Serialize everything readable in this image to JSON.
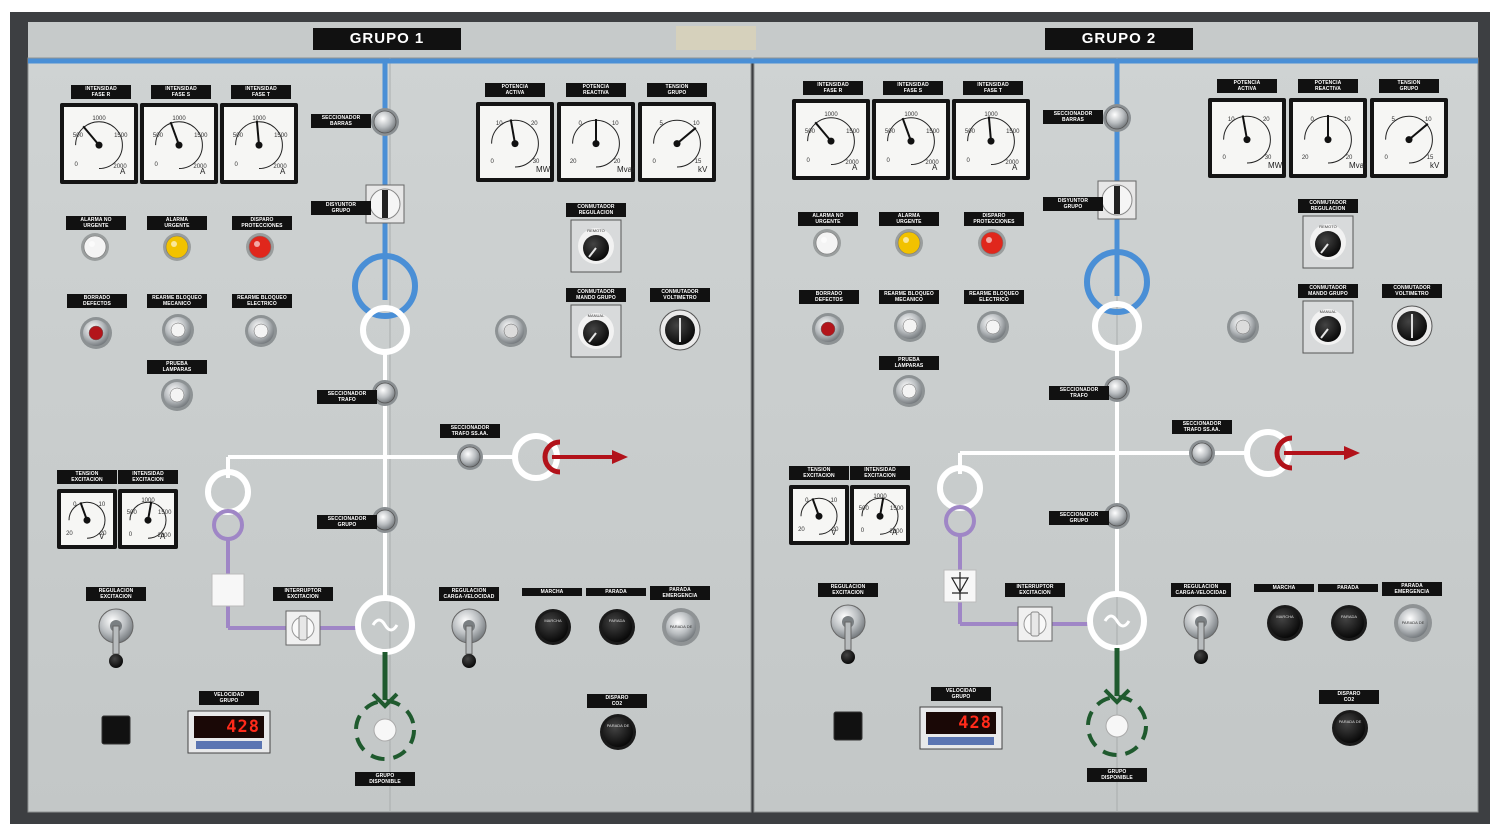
{
  "colors": {
    "panel": "#c9cdcd",
    "bus_blue": "#4a8fd6",
    "line_white": "#ffffff",
    "line_purple": "#9f86c6",
    "arrow_red": "#b2121a",
    "arrow_green": "#1f5a2e",
    "lamp_white": "#f4f4f4",
    "lamp_yellow": "#f2c200",
    "lamp_red": "#e0271c",
    "lcd_red": "#ff2a1a"
  },
  "groups": [
    {
      "title": "GRUPO 1",
      "labels": {
        "amp_r": "INTENSIDAD\nFASE R",
        "amp_s": "INTENSIDAD\nFASE S",
        "amp_t": "INTENSIDAD\nFASE T",
        "seccionador_barras": "SECCIONADOR\nBARRAS",
        "potencia_activa": "POTENCIA\nACTIVA",
        "potencia_reactiva": "POTENCIA\nREACTIVA",
        "tension_grupo": "TENSION\nGRUPO",
        "disyuntor_grupo": "DISYUNTOR\nGRUPO",
        "conmutador_regulacion": "CONMUTADOR\nREGULACION",
        "alarma_no_urgente": "ALARMA NO\nURGENTE",
        "alarma_urgente": "ALARMA\nURGENTE",
        "disparo_protecciones": "DISPARO\nPROTECCIONES",
        "borrado_defectos": "BORRADO\nDEFECTOS",
        "rearme_mecanico": "REARME BLOQUEO\nMECANICO",
        "rearme_electrico": "REARME BLOQUEO\nELECTRICO",
        "conmutador_mando": "CONMUTADOR\nMANDO GRUPO",
        "conmutador_voltimetro": "CONMUTADOR\nVOLTIMETRO",
        "prueba_lamparas": "PRUEBA\nLAMPARAS",
        "seccionador_trafo": "SECCIONADOR\nTRAFO",
        "seccionador_trafo_ssaa": "SECCIONADOR\nTRAFO SS.AA.",
        "tension_excitacion": "TENSION\nEXCITACION",
        "intensidad_excitacion": "INTENSIDAD\nEXCITACION",
        "seccionador_grupo": "SECCIONADOR\nGRUPO",
        "regulacion_excitacion": "REGULACION\nEXCITACION",
        "interruptor_excitacion": "INTERRUPTOR\nEXCITACION",
        "regulacion_carga": "REGULACION\nCARGA-VELOCIDAD",
        "marcha": "MARCHA",
        "parada": "PARADA",
        "parada_emergencia": "PARADA\nEMERGENCIA",
        "velocidad_grupo": "VELOCIDAD\nGRUPO",
        "disparo_co2": "DISPARO\nCO2",
        "grupo_disponible": "GRUPO\nDISPONIBLE"
      },
      "amp_scale": [
        "500",
        "1000",
        "1500",
        "0",
        "2000"
      ],
      "amp_unit": "A",
      "mw_scale": [
        "10",
        "20",
        "0",
        "30"
      ],
      "mw_unit": "MW",
      "mvar_scale": [
        "0",
        "10",
        "20",
        "20"
      ],
      "mvar_unit": "Mvar",
      "kv_scale": [
        "5",
        "10",
        "0",
        "15"
      ],
      "kv_unit": "kV",
      "exc_v_unit": "V",
      "exc_a_unit": "A",
      "remoto": "REMOTO",
      "manual": "MANUAL",
      "marcha_cap": "MARCHA",
      "parada_cap": "PARADA",
      "emergencia_cap": "PARADA DE",
      "speed_value": "428"
    },
    {
      "title": "GRUPO 2",
      "labels": {
        "amp_r": "INTENSIDAD\nFASE R",
        "amp_s": "INTENSIDAD\nFASE S",
        "amp_t": "INTENSIDAD\nFASE T",
        "seccionador_barras": "SECCIONADOR\nBARRAS",
        "potencia_activa": "POTENCIA\nACTIVA",
        "potencia_reactiva": "POTENCIA\nREACTIVA",
        "tension_grupo": "TENSION\nGRUPO",
        "disyuntor_grupo": "DISYUNTOR\nGRUPO",
        "conmutador_regulacion": "CONMUTADOR\nREGULACION",
        "alarma_no_urgente": "ALARMA NO\nURGENTE",
        "alarma_urgente": "ALARMA\nURGENTE",
        "disparo_protecciones": "DISPARO\nPROTECCIONES",
        "borrado_defectos": "BORRADO\nDEFECTOS",
        "rearme_mecanico": "REARME BLOQUEO\nMECANICO",
        "rearme_electrico": "REARME BLOQUEO\nELECTRICO",
        "conmutador_mando": "CONMUTADOR\nMANDO GRUPO",
        "conmutador_voltimetro": "CONMUTADOR\nVOLTIMETRO",
        "prueba_lamparas": "PRUEBA\nLAMPARAS",
        "seccionador_trafo": "SECCIONADOR\nTRAFO",
        "seccionador_trafo_ssaa": "SECCIONADOR\nTRAFO SS.AA.",
        "tension_excitacion": "TENSION\nEXCITACION",
        "intensidad_excitacion": "INTENSIDAD\nEXCITACION",
        "seccionador_grupo": "SECCIONADOR\nGRUPO",
        "regulacion_excitacion": "REGULACION\nEXCITACION",
        "interruptor_excitacion": "INTERRUPTOR\nEXCITACION",
        "regulacion_carga": "REGULACION\nCARGA-VELOCIDAD",
        "marcha": "MARCHA",
        "parada": "PARADA",
        "parada_emergencia": "PARADA\nEMERGENCIA",
        "velocidad_grupo": "VELOCIDAD\nGRUPO",
        "disparo_co2": "DISPARO\nCO2",
        "grupo_disponible": "GRUPO\nDISPONIBLE"
      },
      "amp_scale": [
        "500",
        "1000",
        "1500",
        "0",
        "2000"
      ],
      "amp_unit": "A",
      "mw_scale": [
        "10",
        "20",
        "0",
        "30"
      ],
      "mw_unit": "MW",
      "mvar_scale": [
        "0",
        "10",
        "20",
        "20"
      ],
      "mvar_unit": "Mvar",
      "kv_scale": [
        "5",
        "10",
        "0",
        "15"
      ],
      "kv_unit": "kV",
      "exc_v_unit": "V",
      "exc_a_unit": "A",
      "remoto": "REMOTO",
      "manual": "MANUAL",
      "marcha_cap": "MARCHA",
      "parada_cap": "PARADA",
      "emergencia_cap": "PARADA DE",
      "speed_value": "428"
    }
  ]
}
